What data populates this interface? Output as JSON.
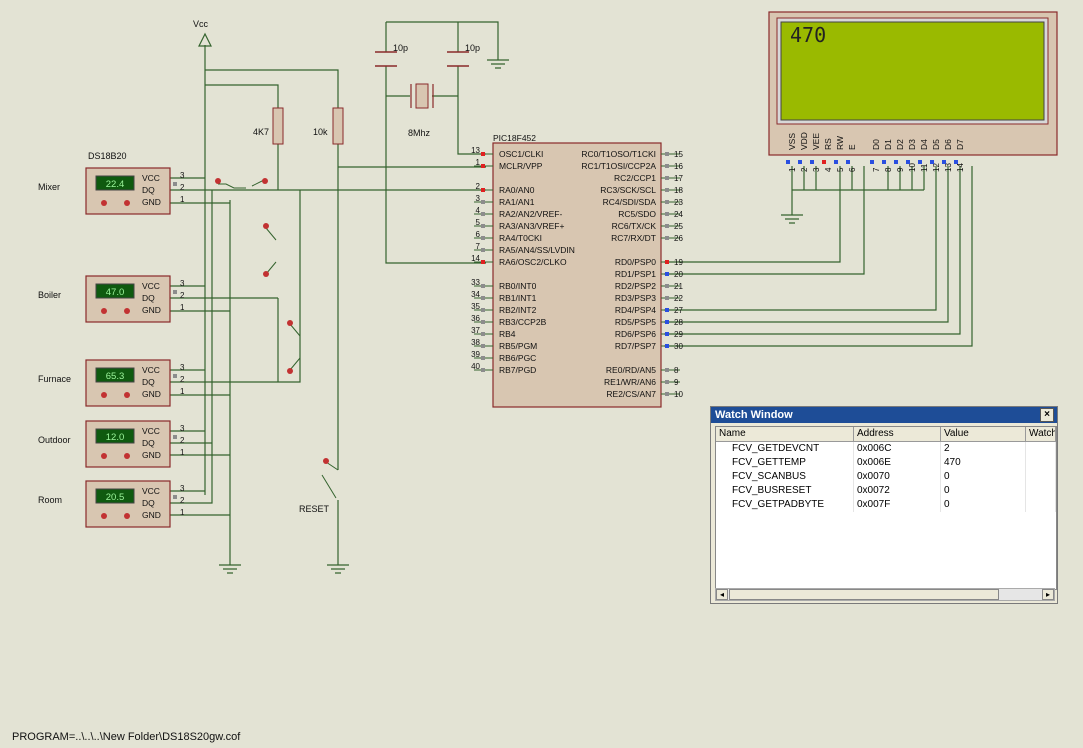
{
  "schematic": {
    "vcc_label": "Vcc",
    "sensor_part": "DS18B20",
    "mcu_part": "PIC18F452",
    "crystal_label": "8Mhz",
    "cap1_label": "10p",
    "cap2_label": "10p",
    "r1_label": "4K7",
    "r2_label": "10k",
    "reset_label": "RESET",
    "sensor_pin_labels": [
      "VCC",
      "DQ",
      "GND"
    ],
    "sensors": [
      {
        "name": "Mixer",
        "reading": "22.4"
      },
      {
        "name": "Boiler",
        "reading": "47.0"
      },
      {
        "name": "Furnace",
        "reading": "65.3"
      },
      {
        "name": "Outdoor",
        "reading": "12.0"
      },
      {
        "name": "Room",
        "reading": "20.5"
      }
    ],
    "mcu_left_pins": [
      {
        "num": "13",
        "name": "OSC1/CLKI"
      },
      {
        "num": "1",
        "name": "MCLR/VPP"
      },
      {
        "num": "2",
        "name": "RA0/AN0"
      },
      {
        "num": "3",
        "name": "RA1/AN1"
      },
      {
        "num": "4",
        "name": "RA2/AN2/VREF-"
      },
      {
        "num": "5",
        "name": "RA3/AN3/VREF+"
      },
      {
        "num": "6",
        "name": "RA4/T0CKI"
      },
      {
        "num": "7",
        "name": "RA5/AN4/SS/LVDIN"
      },
      {
        "num": "14",
        "name": "RA6/OSC2/CLKO"
      },
      {
        "num": "33",
        "name": "RB0/INT0"
      },
      {
        "num": "34",
        "name": "RB1/INT1"
      },
      {
        "num": "35",
        "name": "RB2/INT2"
      },
      {
        "num": "36",
        "name": "RB3/CCP2B"
      },
      {
        "num": "37",
        "name": "RB4"
      },
      {
        "num": "38",
        "name": "RB5/PGM"
      },
      {
        "num": "39",
        "name": "RB6/PGC"
      },
      {
        "num": "40",
        "name": "RB7/PGD"
      }
    ],
    "mcu_right_pins": [
      {
        "num": "15",
        "name": "RC0/T1OSO/T1CKI"
      },
      {
        "num": "16",
        "name": "RC1/T1OSI/CCP2A"
      },
      {
        "num": "17",
        "name": "RC2/CCP1"
      },
      {
        "num": "18",
        "name": "RC3/SCK/SCL"
      },
      {
        "num": "23",
        "name": "RC4/SDI/SDA"
      },
      {
        "num": "24",
        "name": "RC5/SDO"
      },
      {
        "num": "25",
        "name": "RC6/TX/CK"
      },
      {
        "num": "26",
        "name": "RC7/RX/DT"
      },
      {
        "num": "19",
        "name": "RD0/PSP0"
      },
      {
        "num": "20",
        "name": "RD1/PSP1"
      },
      {
        "num": "21",
        "name": "RD2/PSP2"
      },
      {
        "num": "22",
        "name": "RD3/PSP3"
      },
      {
        "num": "27",
        "name": "RD4/PSP4"
      },
      {
        "num": "28",
        "name": "RD5/PSP5"
      },
      {
        "num": "29",
        "name": "RD6/PSP6"
      },
      {
        "num": "30",
        "name": "RD7/PSP7"
      },
      {
        "num": "8",
        "name": "RE0/RD/AN5"
      },
      {
        "num": "9",
        "name": "RE1/WR/AN6"
      },
      {
        "num": "10",
        "name": "RE2/CS/AN7"
      }
    ],
    "lcd": {
      "text": "470",
      "screen_color": "#9aba00",
      "pins": [
        {
          "label": "VSS",
          "num": "1"
        },
        {
          "label": "VDD",
          "num": "2"
        },
        {
          "label": "VEE",
          "num": "3"
        },
        {
          "label": "RS",
          "num": "4"
        },
        {
          "label": "RW",
          "num": "5"
        },
        {
          "label": "E",
          "num": "6"
        },
        {
          "label": "D0",
          "num": "7"
        },
        {
          "label": "D1",
          "num": "8"
        },
        {
          "label": "D2",
          "num": "9"
        },
        {
          "label": "D3",
          "num": "10"
        },
        {
          "label": "D4",
          "num": "11"
        },
        {
          "label": "D5",
          "num": "12"
        },
        {
          "label": "D6",
          "num": "13"
        },
        {
          "label": "D7",
          "num": "14"
        }
      ]
    }
  },
  "watch_window": {
    "title": "Watch Window",
    "close_glyph": "×",
    "columns": [
      "Name",
      "Address",
      "Value",
      "Watch"
    ],
    "rows": [
      {
        "name": "FCV_GETDEVCNT",
        "address": "0x006C",
        "value": "2"
      },
      {
        "name": "FCV_GETTEMP",
        "address": "0x006E",
        "value": "470"
      },
      {
        "name": "FCV_SCANBUS",
        "address": "0x0070",
        "value": "0"
      },
      {
        "name": "FCV_BUSRESET",
        "address": "0x0072",
        "value": "0"
      },
      {
        "name": "FCV_GETPADBYTE",
        "address": "0x007F",
        "value": "0"
      }
    ]
  },
  "status_bar": {
    "program_path": "PROGRAM=..\\..\\..\\New Folder\\DS18S20gw.cof"
  },
  "colors": {
    "background": "#e3e3d4",
    "wire": "#34632e",
    "component_border": "#8a2a2a",
    "component_fill": "#d8c6b1",
    "pin_red": "#e02020",
    "pin_blue": "#2a4fe0",
    "lcd_screen": "#9aba00",
    "sensor_display": "#0f5a0f",
    "watch_title": "#1e4d97"
  }
}
